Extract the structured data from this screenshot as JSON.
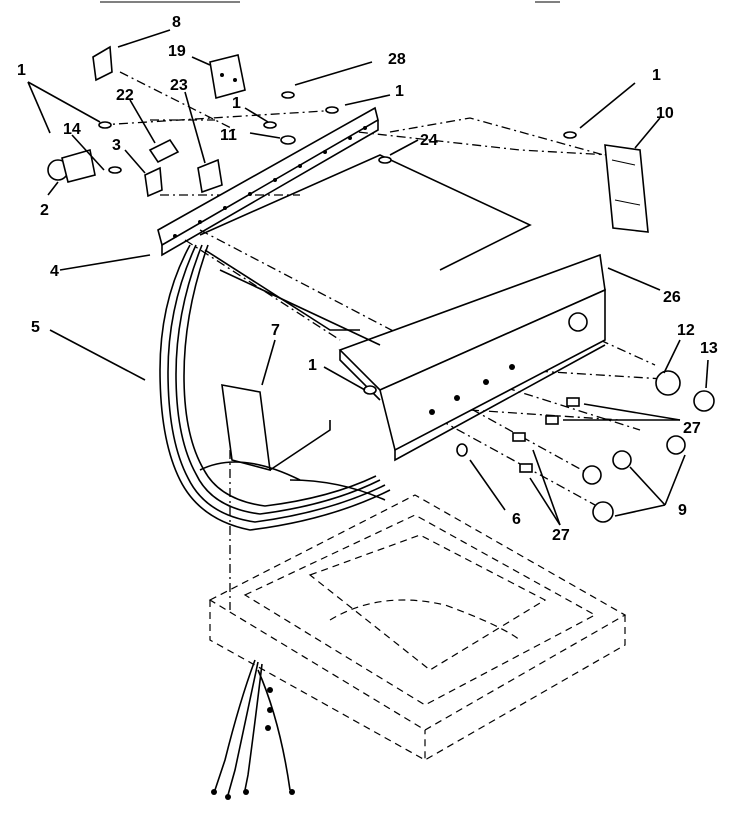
{
  "diagram": {
    "callouts": [
      {
        "id": "8",
        "text": "8"
      },
      {
        "id": "19",
        "text": "19"
      },
      {
        "id": "28",
        "text": "28"
      },
      {
        "id": "1a",
        "text": "1"
      },
      {
        "id": "1b",
        "text": "1"
      },
      {
        "id": "1c",
        "text": "1"
      },
      {
        "id": "1d",
        "text": "1"
      },
      {
        "id": "1e",
        "text": "1"
      },
      {
        "id": "10",
        "text": "10"
      },
      {
        "id": "22",
        "text": "22"
      },
      {
        "id": "23",
        "text": "23"
      },
      {
        "id": "14",
        "text": "14"
      },
      {
        "id": "3",
        "text": "3"
      },
      {
        "id": "11",
        "text": "11"
      },
      {
        "id": "24",
        "text": "24"
      },
      {
        "id": "2",
        "text": "2"
      },
      {
        "id": "4",
        "text": "4"
      },
      {
        "id": "26",
        "text": "26"
      },
      {
        "id": "5",
        "text": "5"
      },
      {
        "id": "7",
        "text": "7"
      },
      {
        "id": "12",
        "text": "12"
      },
      {
        "id": "13",
        "text": "13"
      },
      {
        "id": "27a",
        "text": "27"
      },
      {
        "id": "27b",
        "text": "27"
      },
      {
        "id": "9",
        "text": "9"
      },
      {
        "id": "6",
        "text": "6"
      }
    ]
  }
}
